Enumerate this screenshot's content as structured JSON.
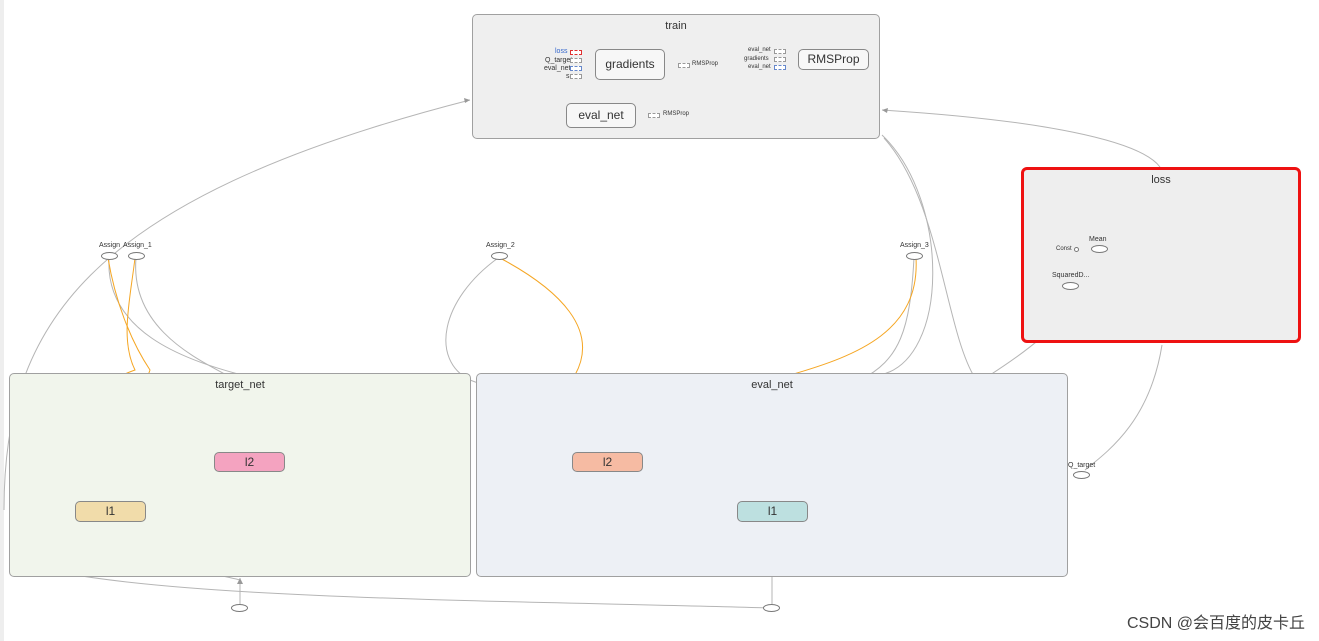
{
  "train": {
    "title": "train",
    "gradients_label": "gradients",
    "gradients_inputs": [
      "loss",
      "Q_target",
      "eval_net",
      "s"
    ],
    "gradients_output": "RMSProp",
    "rmsprop_label": "RMSProp",
    "rmsprop_inputs": [
      "eval_net",
      "gradients",
      "eval_net"
    ],
    "eval_net_label": "eval_net",
    "eval_net_output": "RMSProp"
  },
  "loss": {
    "title": "loss",
    "mean_label": "Mean",
    "const_label": "Const",
    "squared_label": "SquaredD..."
  },
  "target_net": {
    "title": "target_net",
    "l1": "l1",
    "l2": "l2"
  },
  "eval_net": {
    "title": "eval_net",
    "l1": "l1",
    "l2": "l2"
  },
  "assigns": [
    "Assign",
    "Assign_1",
    "Assign_2",
    "Assign_3"
  ],
  "q_target_label": "Q_target",
  "colors": {
    "orange_edge": "#f5a623",
    "gray_edge": "#b5b5b5",
    "highlight": "#ee1111"
  },
  "watermark": "CSDN @会百度的皮卡丘"
}
